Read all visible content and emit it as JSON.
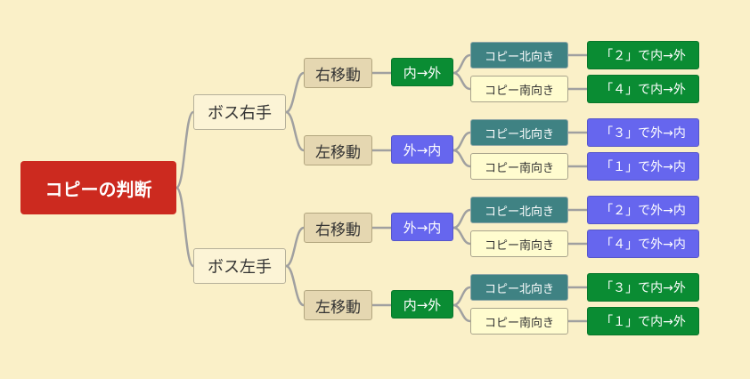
{
  "colors": {
    "background": "#faf0c8",
    "root": "#cc2a1f",
    "green": "#0a8c33",
    "blue": "#6666ee",
    "teal": "#3f8283",
    "cream": "#fffccf",
    "tan": "#e5d7b1",
    "link": "#a0a0a0"
  },
  "root": {
    "label": "コピーの判断"
  },
  "boss_branches": [
    {
      "label": "ボス右手",
      "moves": [
        {
          "label": "右移動",
          "direction": {
            "label": "内→外",
            "color": "green"
          },
          "copies": [
            {
              "label": "コピー北向き",
              "orientation": "north",
              "result": {
                "label": "「２」で内→外",
                "color": "green"
              }
            },
            {
              "label": "コピー南向き",
              "orientation": "south",
              "result": {
                "label": "「４」で内→外",
                "color": "green"
              }
            }
          ]
        },
        {
          "label": "左移動",
          "direction": {
            "label": "外→内",
            "color": "blue"
          },
          "copies": [
            {
              "label": "コピー北向き",
              "orientation": "north",
              "result": {
                "label": "「３」で外→内",
                "color": "blue"
              }
            },
            {
              "label": "コピー南向き",
              "orientation": "south",
              "result": {
                "label": "「１」で外→内",
                "color": "blue"
              }
            }
          ]
        }
      ]
    },
    {
      "label": "ボス左手",
      "moves": [
        {
          "label": "右移動",
          "direction": {
            "label": "外→内",
            "color": "blue"
          },
          "copies": [
            {
              "label": "コピー北向き",
              "orientation": "north",
              "result": {
                "label": "「２」で外→内",
                "color": "blue"
              }
            },
            {
              "label": "コピー南向き",
              "orientation": "south",
              "result": {
                "label": "「４」で外→内",
                "color": "blue"
              }
            }
          ]
        },
        {
          "label": "左移動",
          "direction": {
            "label": "内→外",
            "color": "green"
          },
          "copies": [
            {
              "label": "コピー北向き",
              "orientation": "north",
              "result": {
                "label": "「３」で内→外",
                "color": "green"
              }
            },
            {
              "label": "コピー南向き",
              "orientation": "south",
              "result": {
                "label": "「１」で内→外",
                "color": "green"
              }
            }
          ]
        }
      ]
    }
  ]
}
